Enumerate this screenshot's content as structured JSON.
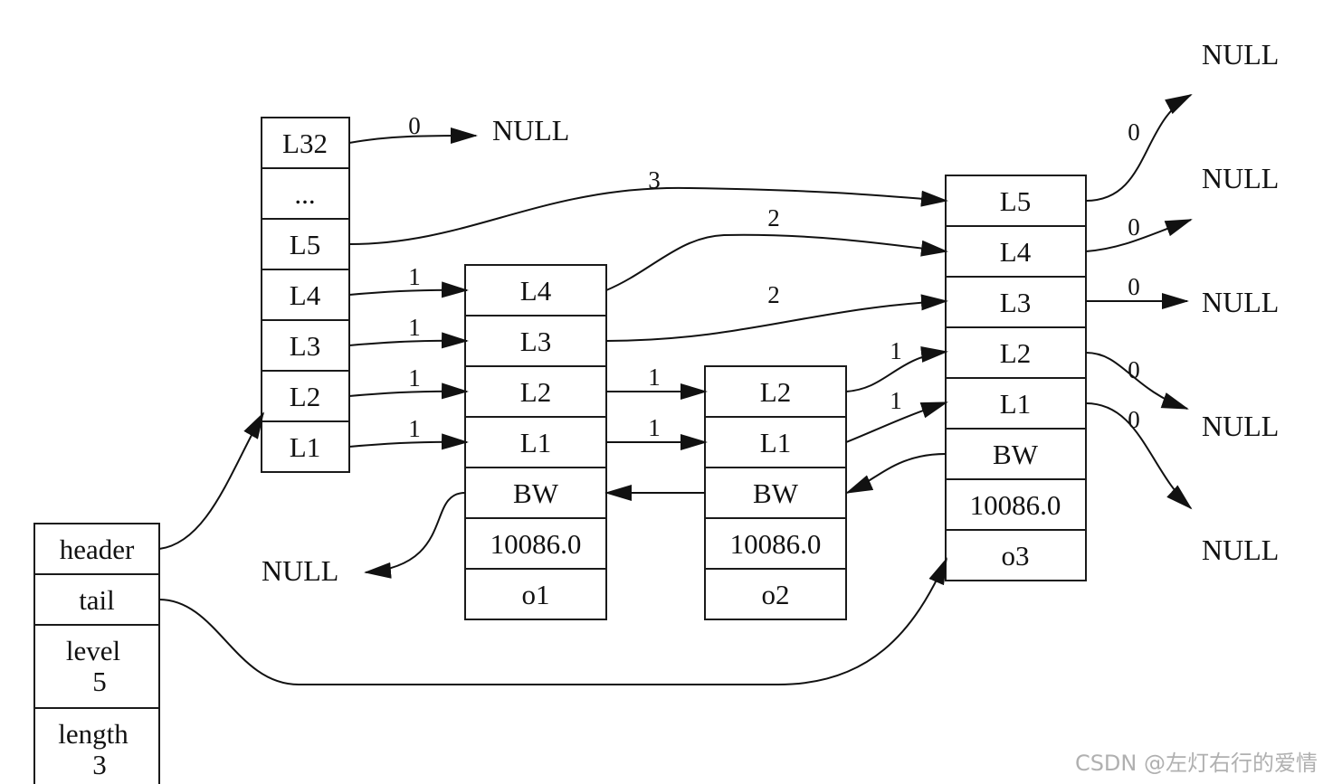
{
  "zskiplist": {
    "header": "header",
    "tail": "tail",
    "level_label": "level",
    "level_value": "5",
    "length_label": "length",
    "length_value": "3"
  },
  "header_node": {
    "levels": [
      "L32",
      "...",
      "L5",
      "L4",
      "L3",
      "L2",
      "L1"
    ]
  },
  "nodes": [
    {
      "id": "o1",
      "levels": [
        "L4",
        "L3",
        "L2",
        "L1"
      ],
      "backward": "BW",
      "score": "10086.0",
      "obj": "o1"
    },
    {
      "id": "o2",
      "levels": [
        "L2",
        "L1"
      ],
      "backward": "BW",
      "score": "10086.0",
      "obj": "o2"
    },
    {
      "id": "o3",
      "levels": [
        "L5",
        "L4",
        "L3",
        "L2",
        "L1"
      ],
      "backward": "BW",
      "score": "10086.0",
      "obj": "o3"
    }
  ],
  "null_label": "NULL",
  "spans": {
    "header_l32": "0",
    "header_l5": "3",
    "header_l4": "1",
    "header_l3": "1",
    "header_l2": "1",
    "header_l1": "1",
    "o1_l4": "2",
    "o1_l3": "2",
    "o1_l2": "1",
    "o1_l1": "1",
    "o2_l2": "1",
    "o2_l1": "1",
    "o3_l5": "0",
    "o3_l4": "0",
    "o3_l3": "0",
    "o3_l2": "0",
    "o3_l1": "0"
  },
  "watermark": "CSDN @左灯右行的爱情"
}
